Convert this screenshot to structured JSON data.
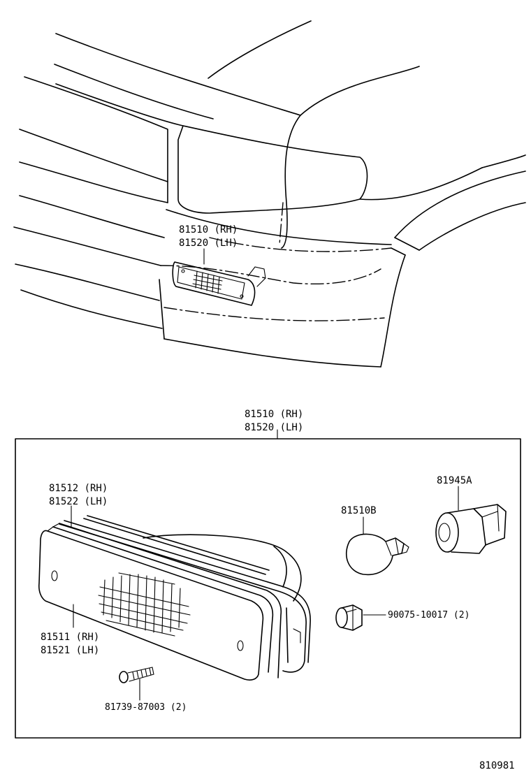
{
  "callouts": {
    "top_rh": "81510 (RH)",
    "top_lh": "81520 (LH)",
    "assy_rh": "81510 (RH)",
    "assy_lh": "81520 (LH)",
    "housing_rh": "81512 (RH)",
    "housing_lh": "81522 (LH)",
    "lens_rh": "81511 (RH)",
    "lens_lh": "81521 (LH)",
    "bulb": "81510B",
    "socket": "81945A",
    "clip": "90075-10017 (2)",
    "screw": "81739-87003 (2)"
  },
  "diagram_code": "810981"
}
